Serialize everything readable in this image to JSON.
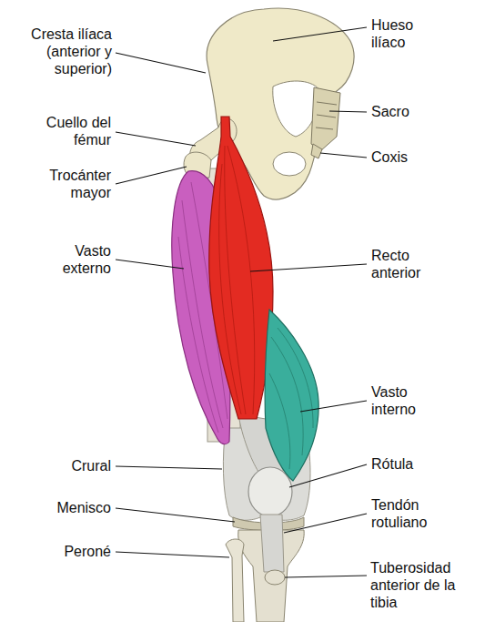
{
  "diagram": {
    "labels": [
      "Hueso ilíaco",
      "Cresta ilíaca (anterior y superior)",
      "Sacro",
      "Cuello del fémur",
      "Coxis",
      "Trocánter mayor",
      "Vasto externo",
      "Recto anterior",
      "Vasto interno",
      "Rótula",
      "Crural",
      "Tendón rotuliano",
      "Menisco",
      "Peroné",
      "Tuberosidad anterior de la tibia"
    ]
  }
}
